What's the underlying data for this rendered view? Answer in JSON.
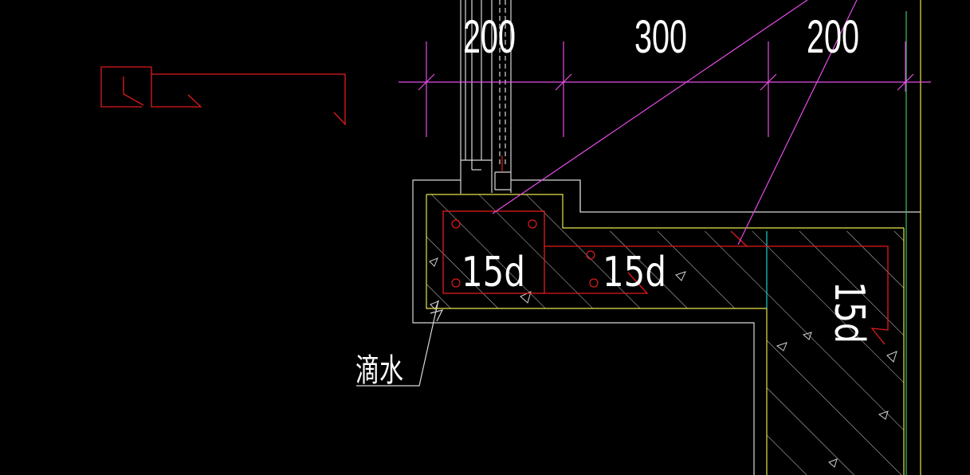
{
  "drawing": {
    "dimensions": [
      "200",
      "300",
      "200"
    ],
    "rebar_labels": [
      "15d",
      "15d",
      "15d"
    ],
    "note_label": "滴水"
  },
  "colors": {
    "background": "#000000",
    "dimension_lines": "#e64ce6",
    "rebar": "#e01b1b",
    "outline": "#d8d8d8",
    "finish_line": "#e6e64c",
    "hatch": "#cfcfcf",
    "green_axis": "#36c36a",
    "cyan_axis": "#20d0d0",
    "text": "#ffffff"
  },
  "legend_symbol": "rebar-hook-detail-symbol"
}
